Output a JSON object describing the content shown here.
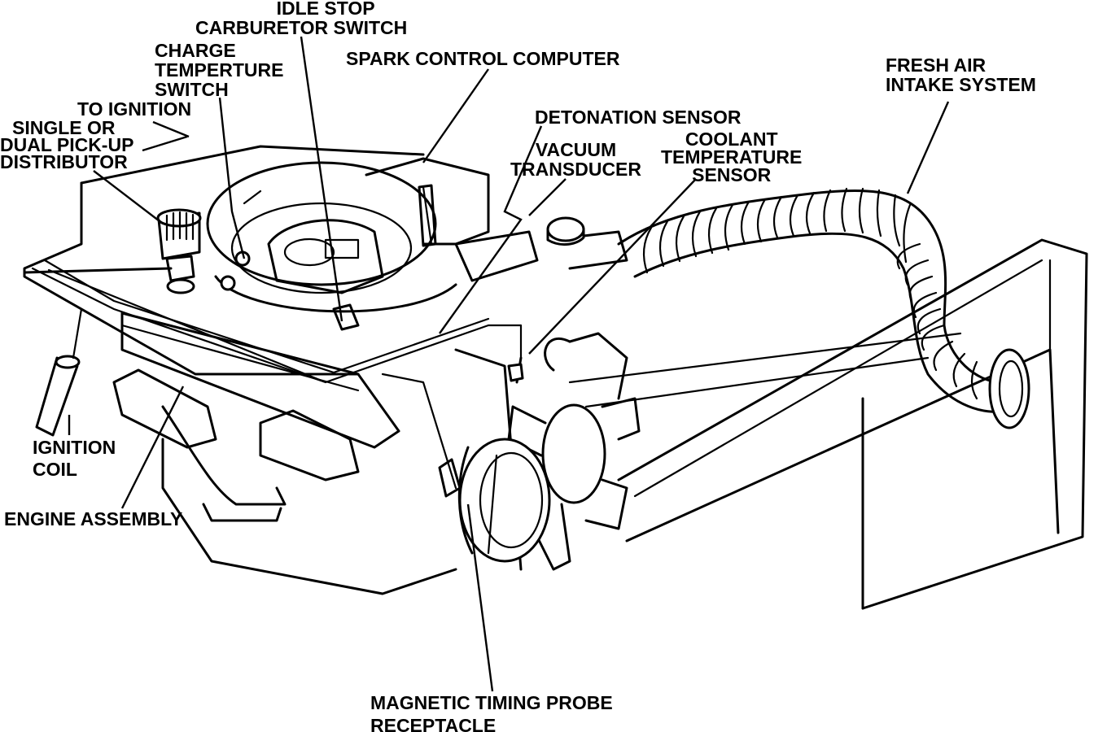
{
  "labels": {
    "idle_stop": [
      "IDLE STOP",
      "CARBURETOR SWITCH"
    ],
    "charge_temp": [
      "CHARGE",
      "TEMPERTURE",
      "SWITCH"
    ],
    "spark_control": [
      "SPARK CONTROL COMPUTER"
    ],
    "fresh_air": [
      "FRESH AIR",
      "INTAKE SYSTEM"
    ],
    "to_ignition": [
      "TO IGNITION"
    ],
    "distributor": [
      "SINGLE OR",
      "DUAL PICK-UP",
      "DISTRIBUTOR"
    ],
    "detonation": [
      "DETONATION SENSOR"
    ],
    "vacuum": [
      "VACUUM",
      "TRANSDUCER"
    ],
    "coolant": [
      "COOLANT",
      "TEMPERATURE",
      "SENSOR"
    ],
    "ignition_coil": [
      "IGNITION",
      "COIL"
    ],
    "engine_assembly": [
      "ENGINE ASSEMBLY"
    ],
    "timing_probe": [
      "MAGNETIC TIMING PROBE",
      "RECEPTACLE"
    ]
  },
  "colors": {
    "ink": "#000000",
    "paper": "#ffffff"
  }
}
